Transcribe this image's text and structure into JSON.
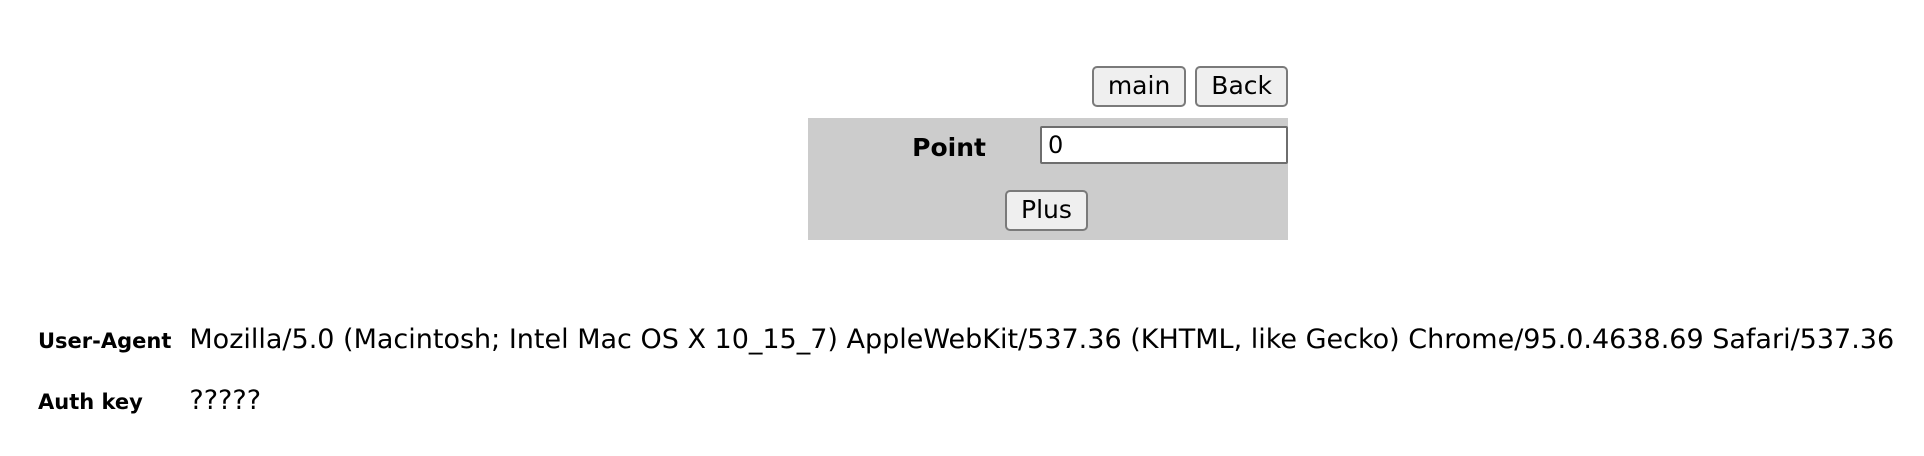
{
  "nav": {
    "buttons": [
      {
        "label": "main",
        "name": "main-button"
      },
      {
        "label": "Back",
        "name": "back-button"
      }
    ]
  },
  "form": {
    "background_color": "#cccccc",
    "point_label": "Point",
    "point_value": "0",
    "point_placeholder": "",
    "submit_label": "Plus"
  },
  "info": {
    "rows": [
      {
        "key": "User-Agent",
        "value": "Mozilla/5.0 (Macintosh; Intel Mac OS X 10_15_7) AppleWebKit/537.36 (KHTML, like Gecko) Chrome/95.0.4638.69 Safari/537.36"
      },
      {
        "key": "Auth key",
        "value": "?????"
      }
    ]
  }
}
